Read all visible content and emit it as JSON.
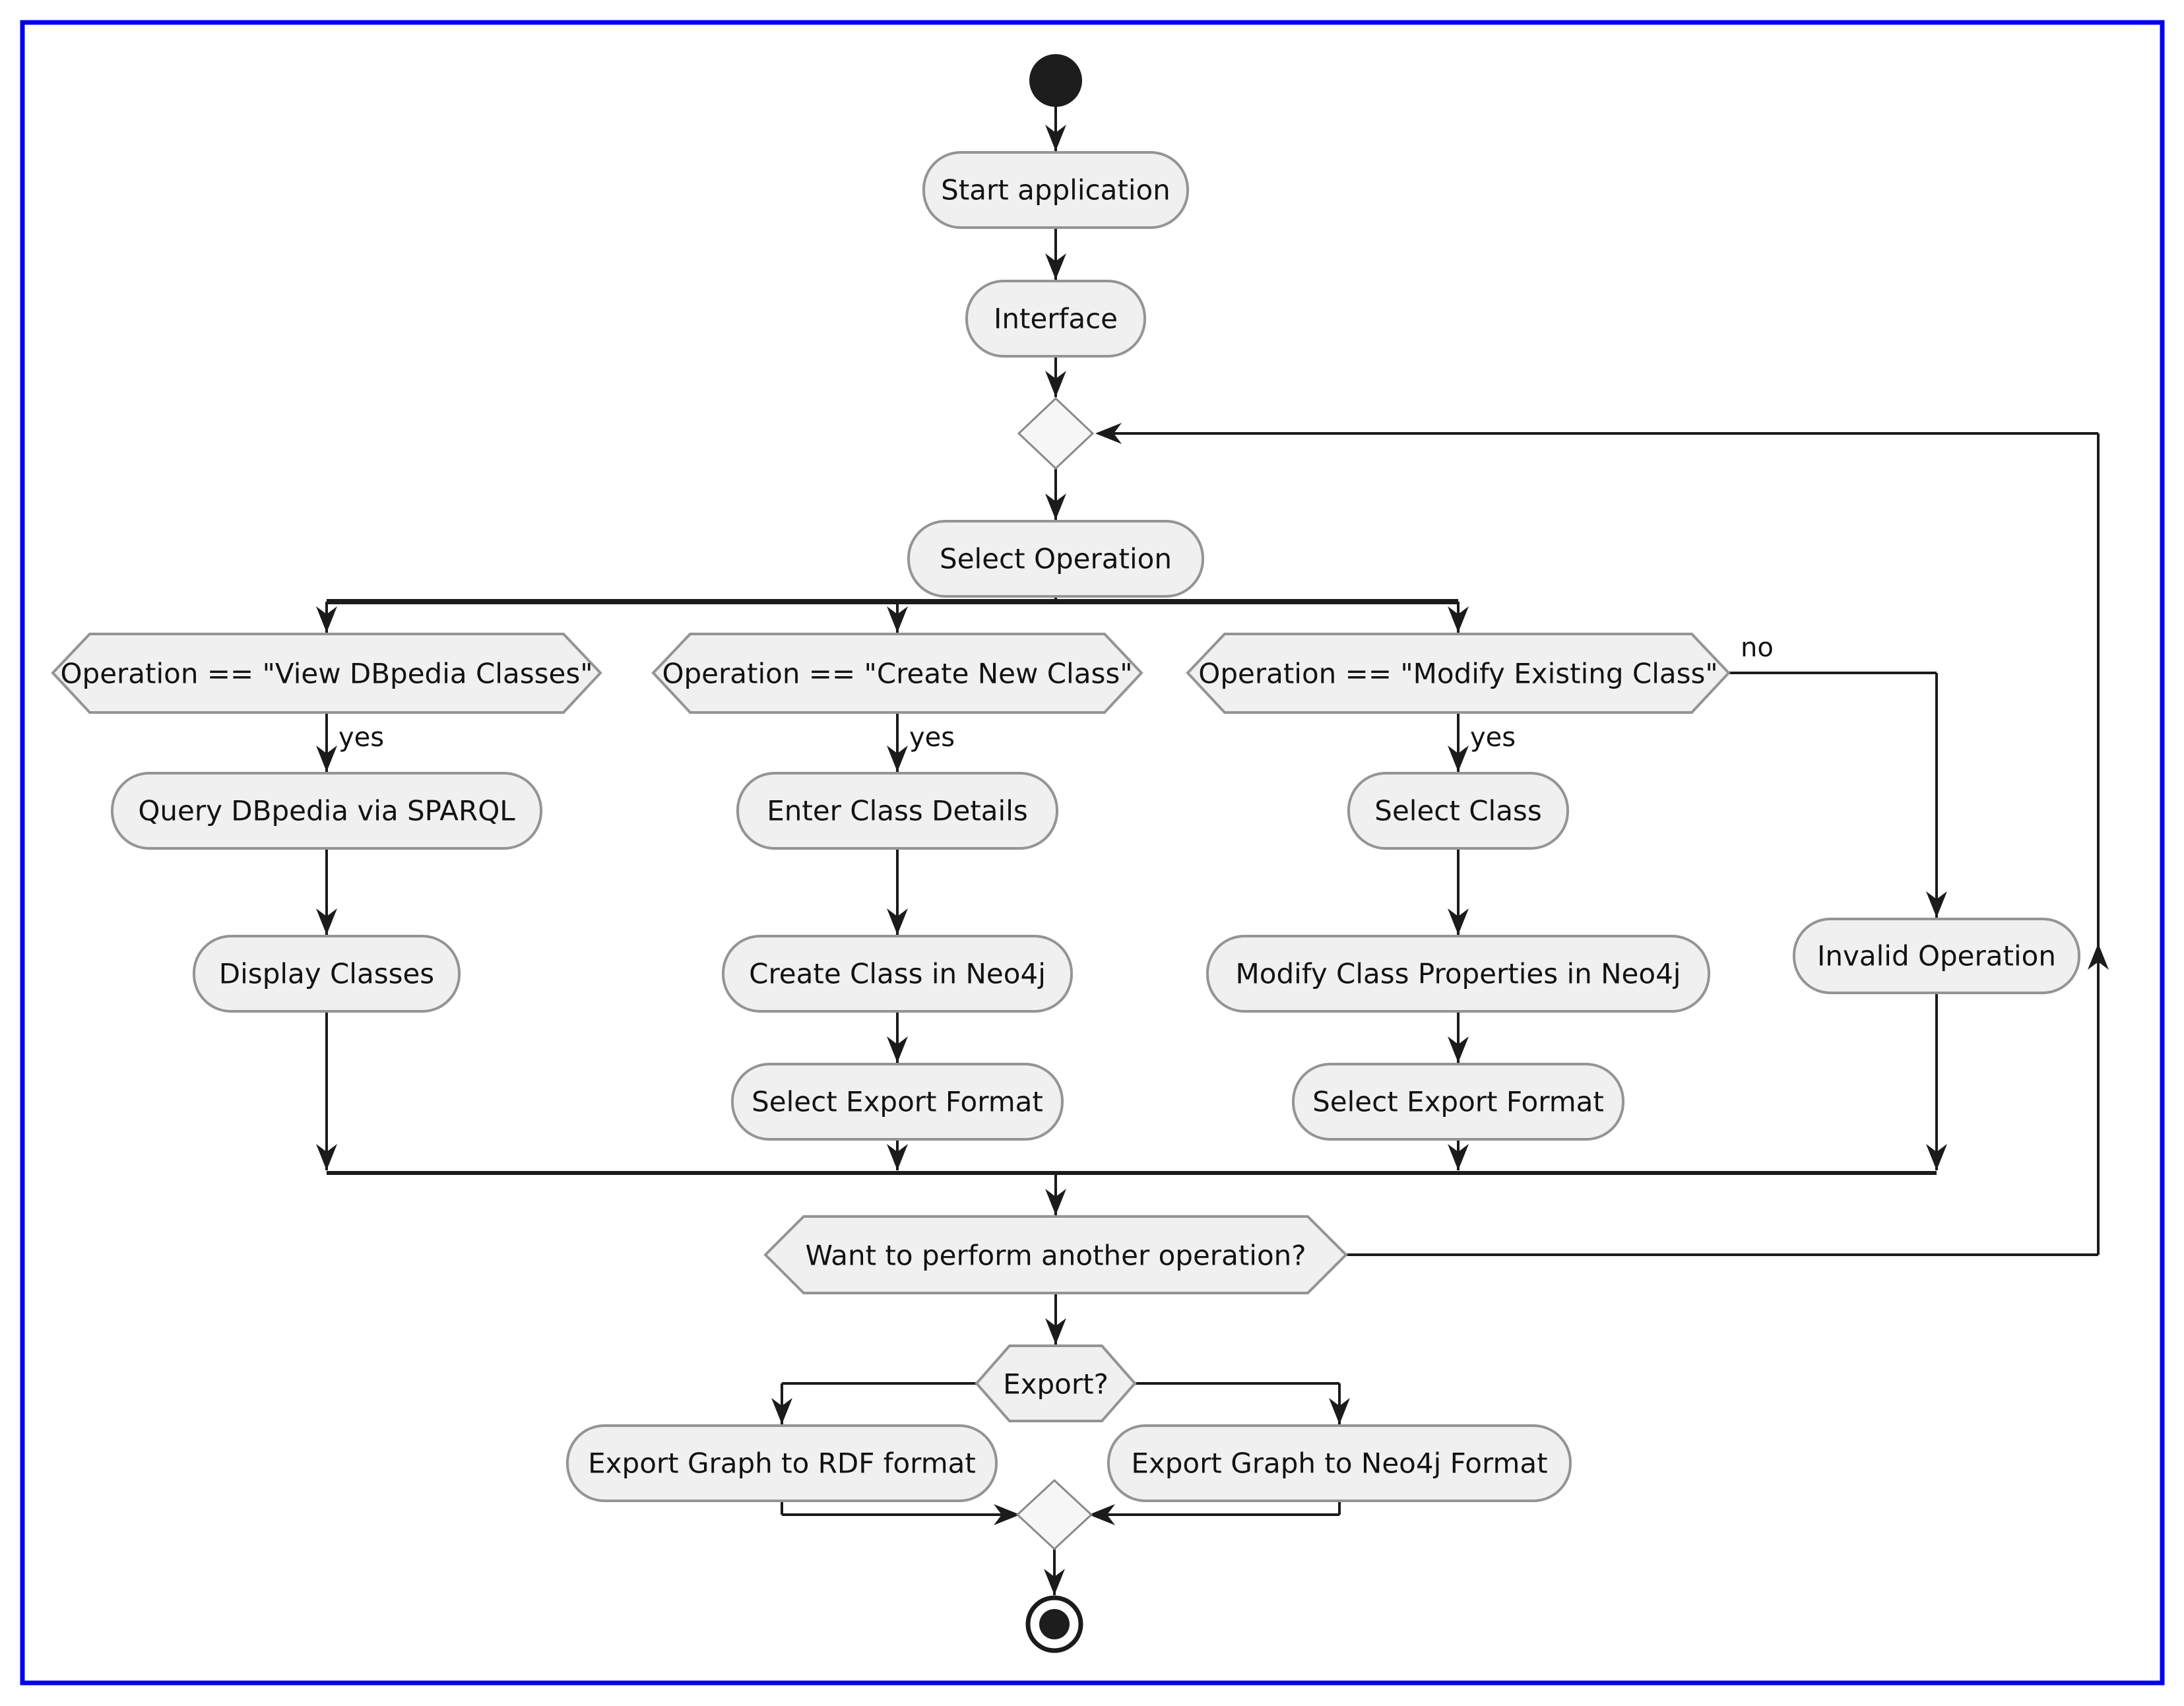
{
  "diagram": {
    "kind": "activity-flowchart",
    "style": {
      "frame_color": "#0202ee",
      "background": "#ffffff",
      "node_fill": "#f0f0f0",
      "node_border": "#949494",
      "line_color": "#1b1b1b",
      "text_color": "#121212"
    },
    "flow": {
      "start_application": "Start application",
      "interface": "Interface",
      "select_operation": "Select Operation"
    },
    "branches": [
      {
        "condition": "Operation == \"View DBpedia Classes\"",
        "branch_label": "yes",
        "steps": [
          "Query DBpedia via SPARQL",
          "Display Classes"
        ]
      },
      {
        "condition": "Operation == \"Create New Class\"",
        "branch_label": "yes",
        "steps": [
          "Enter Class Details",
          "Create Class in Neo4j",
          "Select Export Format"
        ]
      },
      {
        "condition": "Operation == \"Modify Existing Class\"",
        "branch_label": "yes",
        "steps": [
          "Select Class",
          "Modify Class Properties in Neo4j",
          "Select Export Format"
        ]
      }
    ],
    "else_branch": {
      "branch_label": "no",
      "steps": [
        "Invalid Operation"
      ]
    },
    "loop": {
      "condition": "Want to perform another operation?"
    },
    "export": {
      "condition": "Export?",
      "options": [
        "Export Graph to RDF format",
        "Export Graph to Neo4j Format"
      ]
    }
  }
}
